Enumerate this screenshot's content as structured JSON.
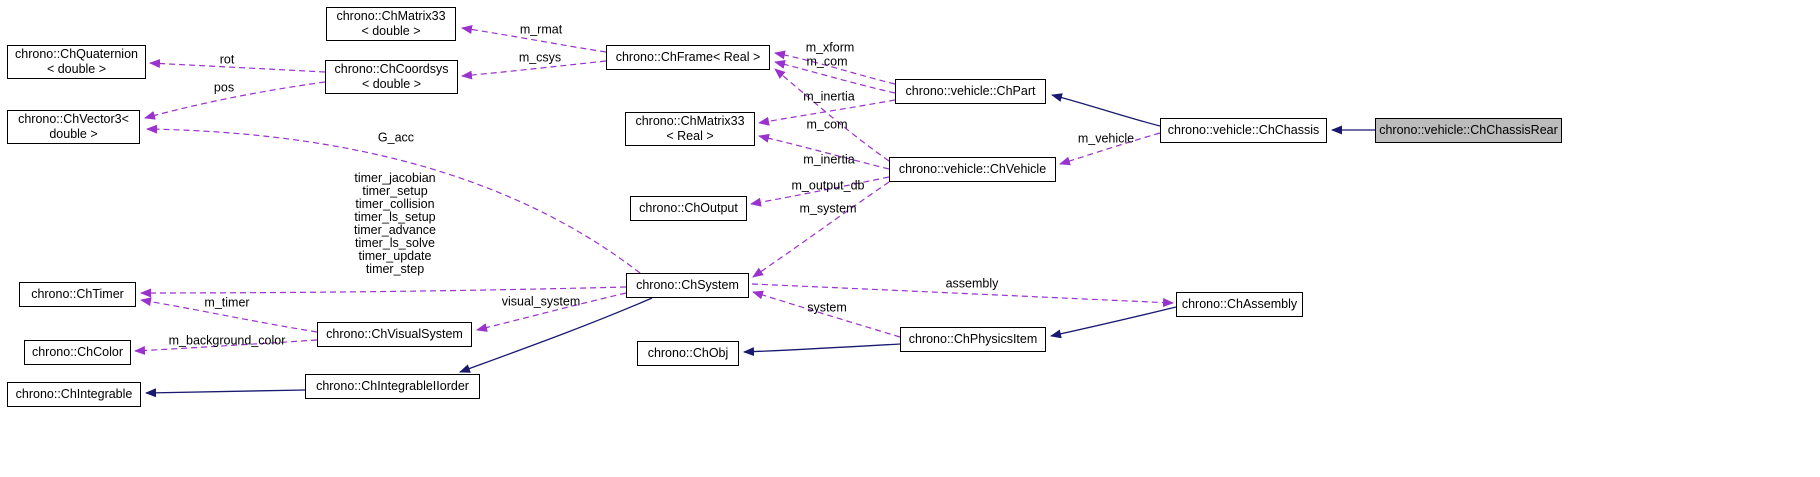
{
  "colors": {
    "usage_edge": "#9A32CD",
    "inheritance_edge": "#191970",
    "node_border": "#000000",
    "node_fill": "#FFFFFF",
    "current_node_fill": "#BCBCBC"
  },
  "nodes": {
    "chmatrix33_double": {
      "label": "chrono::ChMatrix33\n< double >"
    },
    "chquaternion_double": {
      "label": "chrono::ChQuaternion\n< double >"
    },
    "chcoordsys_double": {
      "label": "chrono::ChCoordsys\n< double >"
    },
    "chframe_real": {
      "label": "chrono::ChFrame< Real >"
    },
    "chvector3_double": {
      "label": "chrono::ChVector3<\ndouble >"
    },
    "chmatrix33_real": {
      "label": "chrono::ChMatrix33\n< Real >"
    },
    "chpart": {
      "label": "chrono::vehicle::ChPart"
    },
    "chchassis": {
      "label": "chrono::vehicle::ChChassis"
    },
    "chchassisrear": {
      "label": "chrono::vehicle::ChChassisRear"
    },
    "chvehicle": {
      "label": "chrono::vehicle::ChVehicle"
    },
    "choutput": {
      "label": "chrono::ChOutput"
    },
    "chsystem": {
      "label": "chrono::ChSystem"
    },
    "chtimer": {
      "label": "chrono::ChTimer"
    },
    "chvisualsystem": {
      "label": "chrono::ChVisualSystem"
    },
    "chcolor": {
      "label": "chrono::ChColor"
    },
    "chassembly": {
      "label": "chrono::ChAssembly"
    },
    "chphysicsitem": {
      "label": "chrono::ChPhysicsItem"
    },
    "chobj": {
      "label": "chrono::ChObj"
    },
    "chintegrableiiorder": {
      "label": "chrono::ChIntegrableIIorder"
    },
    "chintegrable": {
      "label": "chrono::ChIntegrable"
    }
  },
  "edge_labels": {
    "m_rmat": "m_rmat",
    "m_csys": "m_csys",
    "rot": "rot",
    "pos": "pos",
    "m_xform": "m_xform",
    "m_com_part": "m_com",
    "m_inertia_part": "m_inertia",
    "m_com_vehicle": "m_com",
    "m_inertia_vehicle": "m_inertia",
    "m_output_db": "m_output_db",
    "m_system": "m_system",
    "m_vehicle": "m_vehicle",
    "g_acc": "G_acc",
    "timers": "timer_jacobian\ntimer_setup\ntimer_collision\ntimer_ls_setup\ntimer_advance\ntimer_ls_solve\ntimer_update\ntimer_step",
    "m_timer": "m_timer",
    "visual_system": "visual_system",
    "m_background_color": "m_background_color",
    "assembly": "assembly",
    "system": "system"
  }
}
